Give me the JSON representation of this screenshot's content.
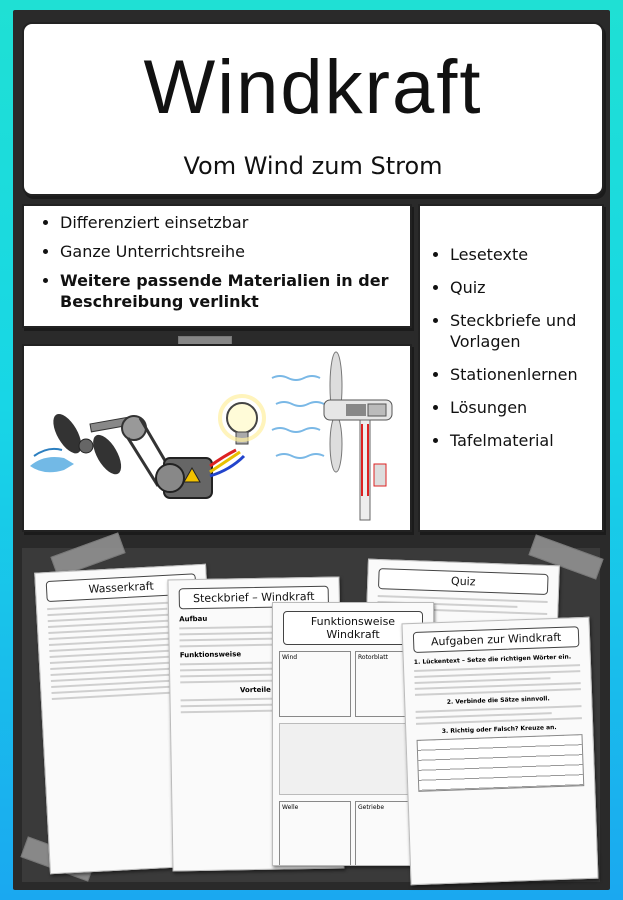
{
  "title": "Windkraft",
  "subtitle": "Vom Wind zum Strom",
  "features": [
    {
      "label": "Differenziert einsetzbar",
      "bold": false
    },
    {
      "label": "Ganze Unterrichtsreihe",
      "bold": false
    },
    {
      "label": "Weitere passende Materialien in der Beschreibung verlinkt",
      "bold": true
    }
  ],
  "contents": [
    "Lesetexte",
    "Quiz",
    "Steckbriefe und Vorlagen",
    "Stationenlernen",
    "Lösungen",
    "Tafelmaterial"
  ],
  "preview": {
    "sheet1_title": "Wasserkraft",
    "sheet2_title": "Steckbrief – Windkraft",
    "sheet3_title": "Funktionsweise Windkraft",
    "sheet4_title": "Quiz",
    "sheet5_title": "Aufgaben zur Windkraft",
    "sheet5_task1": "1. Lückentext – Setze die richtigen Wörter ein.",
    "sheet5_task2": "2. Verbinde die Sätze sinnvoll.",
    "sheet5_task3": "3. Richtig oder Falsch? Kreuze an.",
    "sheet3_labels": [
      "Wind",
      "Rotorblatt",
      "Welle",
      "Getriebe"
    ],
    "sheet2_sections": [
      "Aufbau",
      "Funktionsweise",
      "Vorteile"
    ]
  },
  "colors": {
    "bg_top": "#1fe0d4",
    "bg_bottom": "#1aa8f0",
    "frame": "#2a2a2a"
  }
}
